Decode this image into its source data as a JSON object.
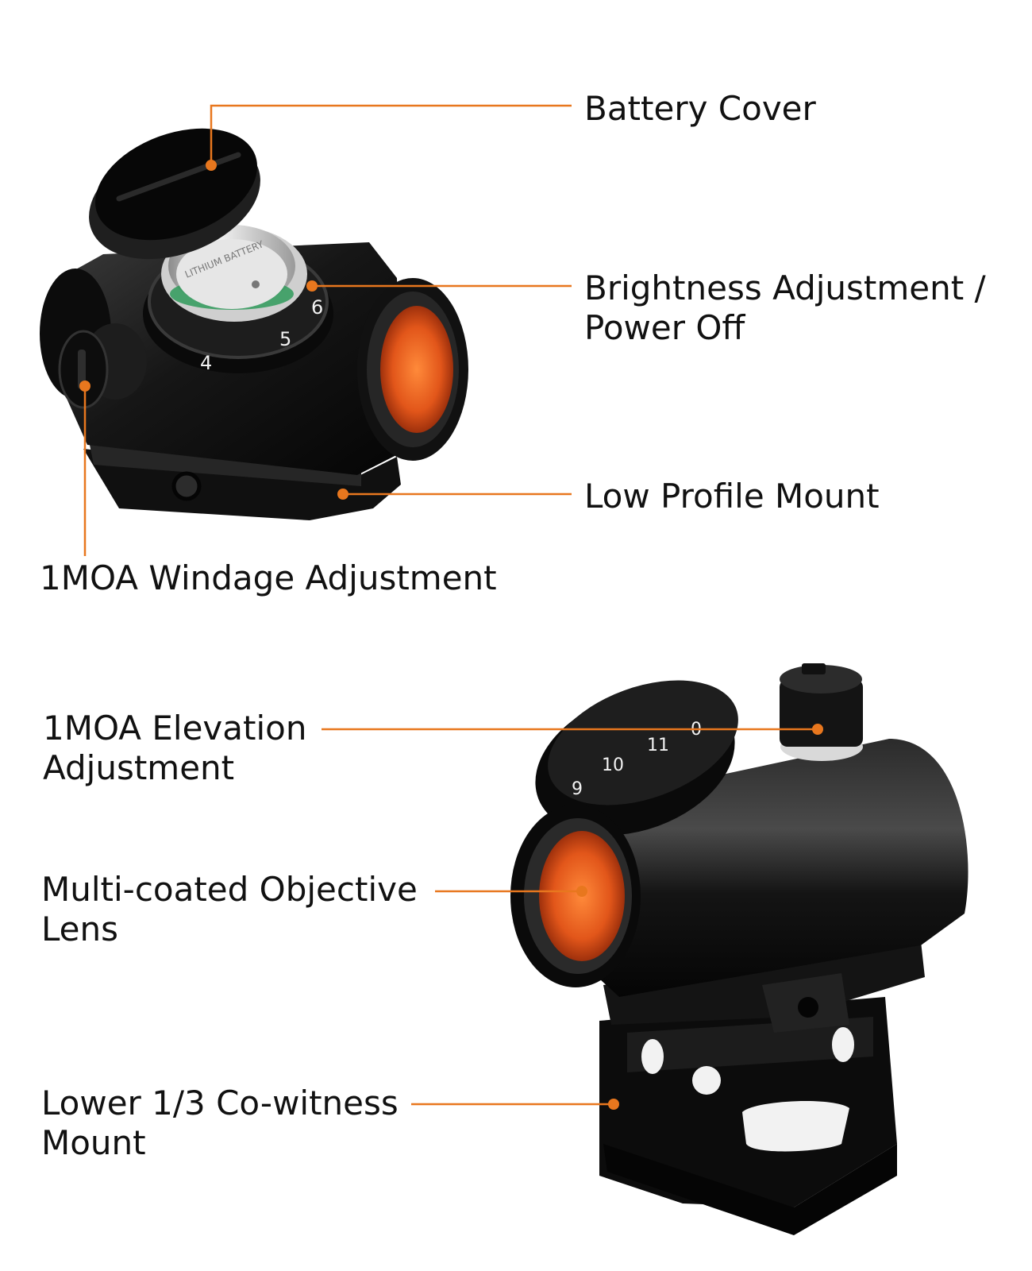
{
  "labels": {
    "battery_cover": "Battery Cover",
    "brightness_line1": "Brightness Adjustment /",
    "brightness_line2": "Power Off",
    "low_profile_mount": "Low Profile Mount",
    "windage": "1MOA Windage Adjustment",
    "elevation_line1": "1MOA Elevation",
    "elevation_line2": "Adjustment",
    "objective_line1": "Multi-coated Objective",
    "objective_line2": "Lens",
    "cowitness_line1": "Lower 1/3 Co-witness",
    "cowitness_line2": "Mount"
  },
  "dial_top": [
    "4",
    "5",
    "6"
  ],
  "dial_bottom": [
    "9",
    "10",
    "11",
    "0"
  ],
  "battery_text": "LITHIUM BATTERY",
  "colors": {
    "leader": "#e8771e",
    "body": "#141414",
    "lens": "#e85a14",
    "text": "#111111"
  },
  "icons": {
    "leader_dot": "orange-dot"
  }
}
